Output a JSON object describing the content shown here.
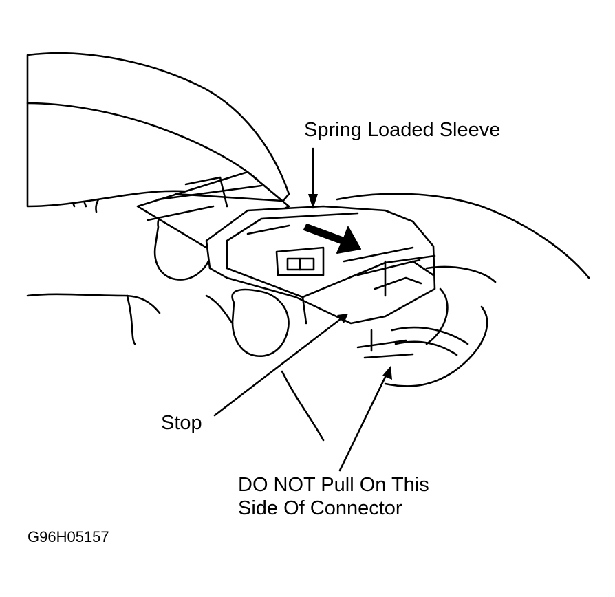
{
  "labels": {
    "spring_sleeve": "Spring Loaded Sleeve",
    "stop": "Stop",
    "warning_line1": "DO NOT Pull On This",
    "warning_line2": "Side Of Connector",
    "figure_code": "G96H05157"
  },
  "colors": {
    "ink": "#000000",
    "paper": "#ffffff"
  }
}
